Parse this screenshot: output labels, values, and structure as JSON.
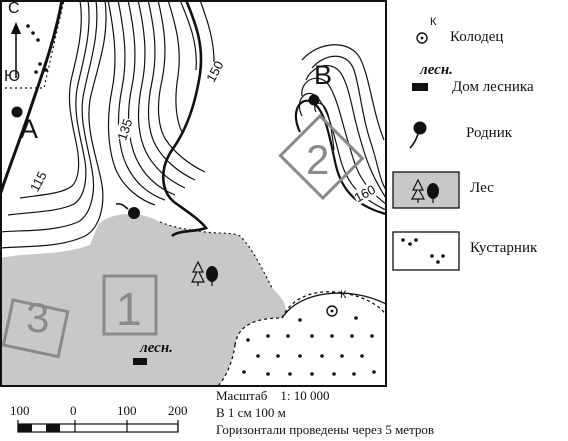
{
  "map": {
    "compass": {
      "north": "С",
      "south": "Ю"
    },
    "points": {
      "a": "А",
      "b": "В"
    },
    "contour_labels": [
      "150",
      "135",
      "115",
      "160"
    ],
    "areas": [
      {
        "id": "1",
        "label": "1"
      },
      {
        "id": "2",
        "label": "2"
      },
      {
        "id": "3",
        "label": "3"
      }
    ],
    "forester_house_label": "лесн.",
    "well_letter": "К",
    "colors": {
      "forest": "#c8c8c8",
      "area_frame": "#8a8a8a",
      "ink": "#111111"
    }
  },
  "legend": {
    "items": [
      {
        "key": "well",
        "label": "Колодец",
        "symbol_text": "К"
      },
      {
        "key": "forester_house",
        "label": "Дом лесника",
        "symbol_text": "лесн."
      },
      {
        "key": "spring",
        "label": "Родник"
      },
      {
        "key": "forest",
        "label": "Лес"
      },
      {
        "key": "shrub",
        "label": "Кустарник"
      }
    ]
  },
  "scale_bar": {
    "tick_labels": [
      "100",
      "0",
      "100",
      "200"
    ],
    "lines": [
      "Масштаб    1: 10 000",
      "В 1 см 100 м",
      "Горизонтали проведены через 5 метров"
    ]
  }
}
